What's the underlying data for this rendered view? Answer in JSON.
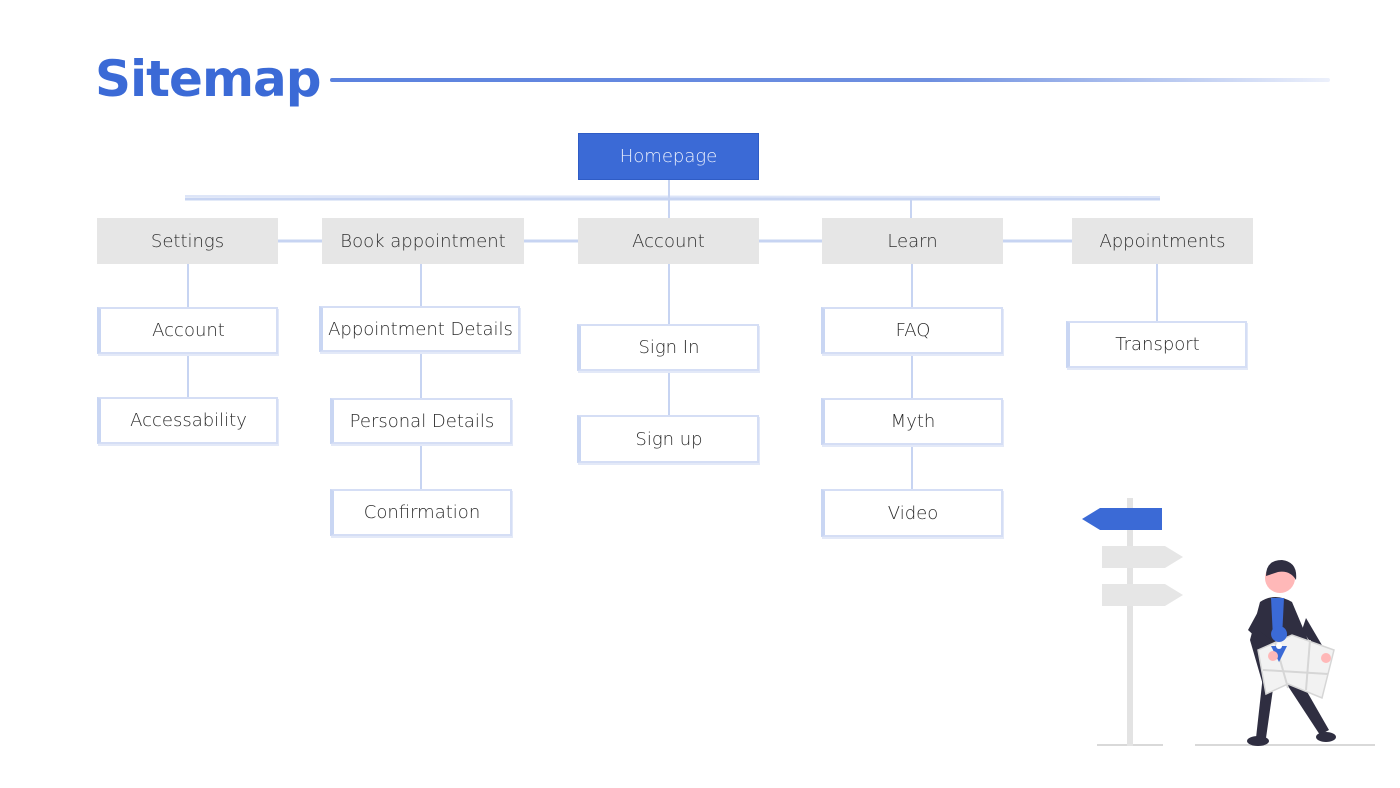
{
  "title": "Sitemap",
  "colors": {
    "accent": "#3b6ad6",
    "category_bg": "#e6e6e6",
    "leaf_border": "#d5def5"
  },
  "root": {
    "label": "Homepage"
  },
  "categories": [
    {
      "label": "Settings",
      "children": [
        "Account",
        "Accessability"
      ]
    },
    {
      "label": "Book appointment",
      "children": [
        "Appointment Details",
        "Personal Details",
        "Confirmation"
      ]
    },
    {
      "label": "Account",
      "children": [
        "Sign In",
        "Sign up"
      ]
    },
    {
      "label": "Learn",
      "children": [
        "FAQ",
        "Myth",
        "Video"
      ]
    },
    {
      "label": "Appointments",
      "children": [
        "Transport"
      ]
    }
  ],
  "illustration": {
    "name": "person-with-map-at-signpost"
  }
}
